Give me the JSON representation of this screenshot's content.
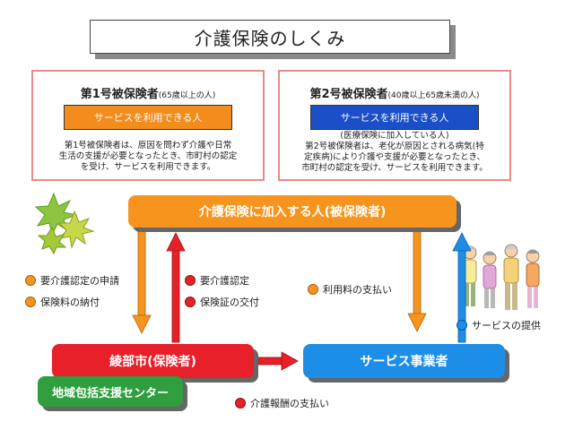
{
  "title": "介護保険のしくみ",
  "panel1": {
    "heading": "第1号被保険者",
    "heading_note": "(65歳以上の人)",
    "pill": "サービスを利用できる人",
    "description": [
      "第1号被保険者は、原因を問わず介護や日常",
      "生活の支援が必要となったとき、市町村の認定",
      "を受け、サービスを利用できます。"
    ]
  },
  "panel2": {
    "heading": "第2号被保険者",
    "heading_note": "(40歳以上65歳未満の人)",
    "pill": "サービスを利用できる人",
    "sub_note": "(医療保険に加入している人)",
    "description": [
      "第2号被保険者は、老化が原因とされる病気(特",
      "定疾病)により介護や支援が必要となったとき、",
      "市町村の認定を受け、サービスを利用できます。"
    ]
  },
  "insured_box": "介護保険に加入する人(被保険者)",
  "insurer_box": "綾部市(保険者)",
  "provider_box": "サービス事業者",
  "center_box": "地域包括支援センター",
  "labels": {
    "apply": "要介護認定の申請",
    "premium": "保険料の納付",
    "certify": "要介護認定",
    "card": "保険証の交付",
    "fee": "利用料の支払い",
    "service": "サービスの提供",
    "reward": "介護報酬の支払い"
  },
  "colors": {
    "orange": "#f7941d",
    "red": "#e8202a",
    "blue": "#1c8ee8",
    "green": "#2e9e3e",
    "pill_orange": "#f28c1c",
    "pill_blue": "#1a4fc8"
  },
  "icons": [
    "leaves-illustration",
    "elderly-people-illustration"
  ]
}
